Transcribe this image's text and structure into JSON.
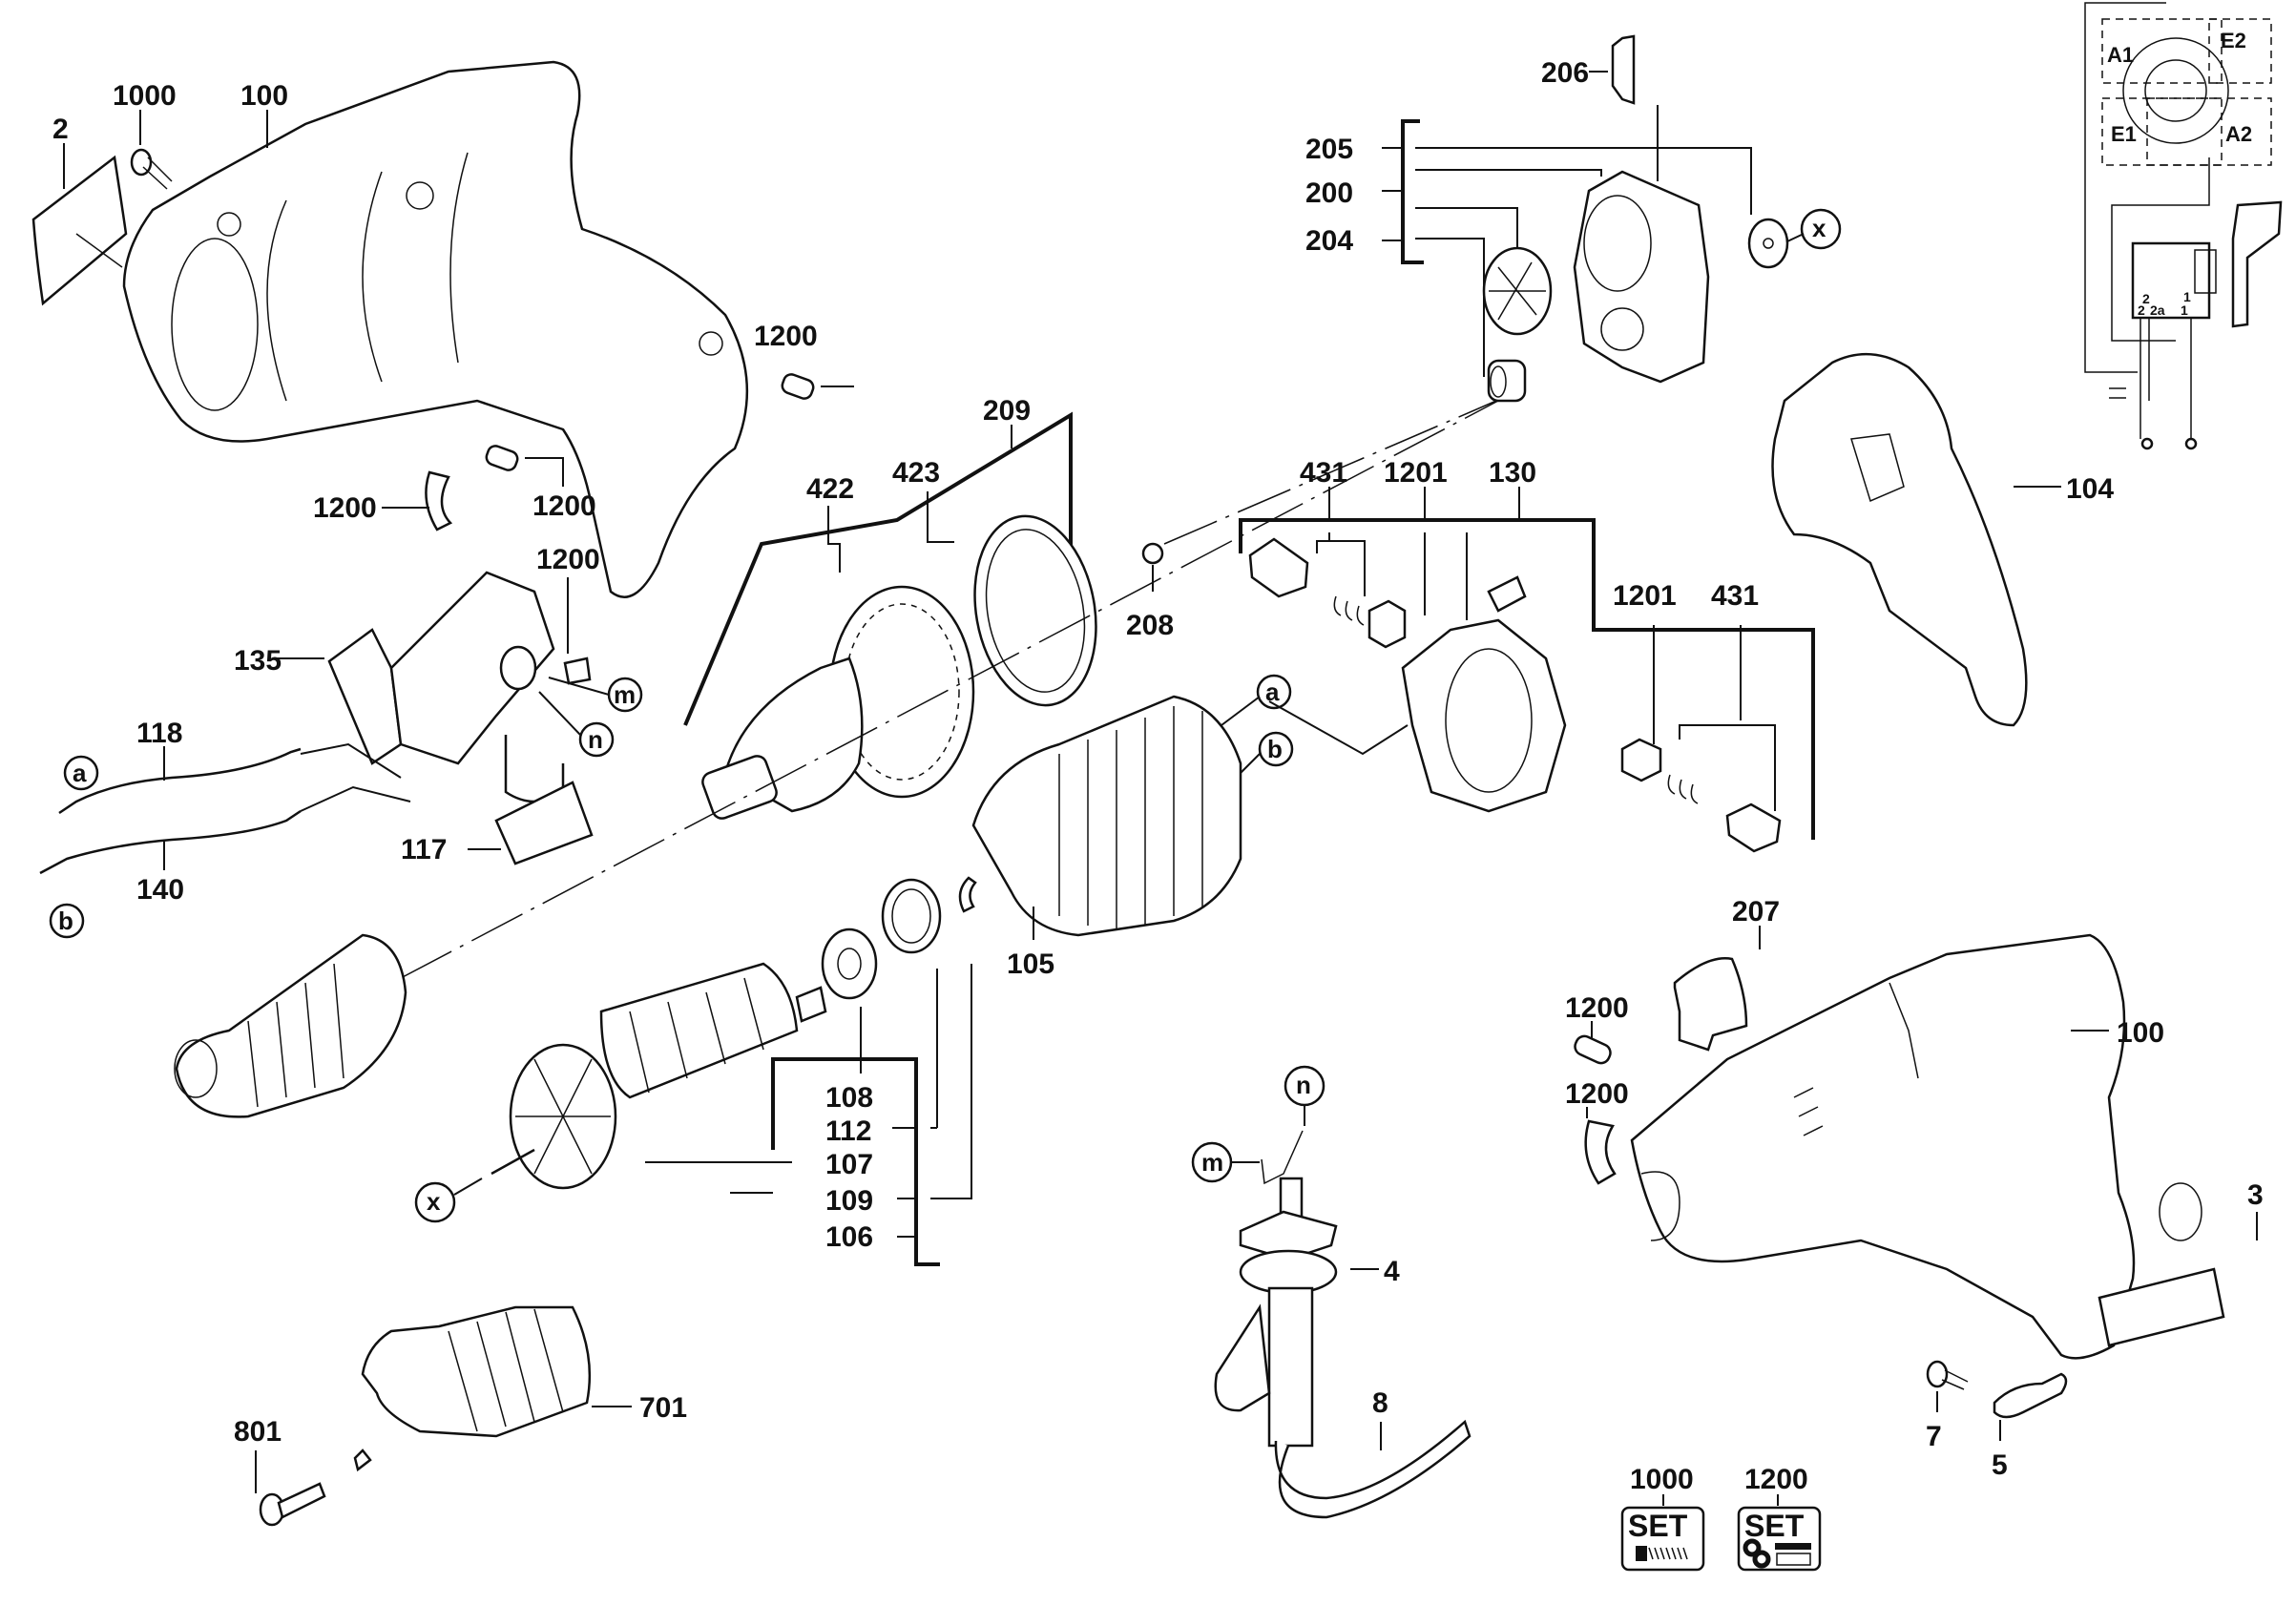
{
  "diagram": {
    "type": "exploded-parts-diagram",
    "subject": "power drill",
    "part_labels": [
      {
        "id": "2",
        "text": "2"
      },
      {
        "id": "1000",
        "text": "1000"
      },
      {
        "id": "100-top",
        "text": "100"
      },
      {
        "id": "1200-a",
        "text": "1200"
      },
      {
        "id": "1200-b",
        "text": "1200"
      },
      {
        "id": "1200-c",
        "text": "1200"
      },
      {
        "id": "1200-d",
        "text": "1200"
      },
      {
        "id": "135",
        "text": "135"
      },
      {
        "id": "117",
        "text": "117"
      },
      {
        "id": "118",
        "text": "118"
      },
      {
        "id": "140",
        "text": "140"
      },
      {
        "id": "209",
        "text": "209"
      },
      {
        "id": "423",
        "text": "423"
      },
      {
        "id": "422",
        "text": "422"
      },
      {
        "id": "208",
        "text": "208"
      },
      {
        "id": "105",
        "text": "105"
      },
      {
        "id": "206",
        "text": "206"
      },
      {
        "id": "205",
        "text": "205"
      },
      {
        "id": "200",
        "text": "200"
      },
      {
        "id": "204",
        "text": "204"
      },
      {
        "id": "431-a",
        "text": "431"
      },
      {
        "id": "1201-a",
        "text": "1201"
      },
      {
        "id": "130",
        "text": "130"
      },
      {
        "id": "1201-b",
        "text": "1201"
      },
      {
        "id": "431-b",
        "text": "431"
      },
      {
        "id": "104",
        "text": "104"
      },
      {
        "id": "108",
        "text": "108"
      },
      {
        "id": "112",
        "text": "112"
      },
      {
        "id": "107",
        "text": "107"
      },
      {
        "id": "109",
        "text": "109"
      },
      {
        "id": "106",
        "text": "106"
      },
      {
        "id": "207",
        "text": "207"
      },
      {
        "id": "1200-e",
        "text": "1200"
      },
      {
        "id": "1200-f",
        "text": "1200"
      },
      {
        "id": "100-bottom",
        "text": "100"
      },
      {
        "id": "3",
        "text": "3"
      },
      {
        "id": "5",
        "text": "5"
      },
      {
        "id": "4",
        "text": "4"
      },
      {
        "id": "8",
        "text": "8"
      },
      {
        "id": "7",
        "text": "7"
      },
      {
        "id": "701",
        "text": "701"
      },
      {
        "id": "801",
        "text": "801"
      }
    ],
    "connector_markers": {
      "a": "a",
      "b": "b",
      "m": "m",
      "n": "n",
      "x": "x"
    },
    "wiring_schematic": {
      "terminals": [
        "A1",
        "E2",
        "E1",
        "A2"
      ],
      "switch_pins": [
        "2",
        "2",
        "2a",
        "1",
        "1"
      ]
    },
    "sets": [
      {
        "number": "1000",
        "label": "SET",
        "icon": "screw-set-icon"
      },
      {
        "number": "1200",
        "label": "SET",
        "icon": "washer-screw-set-icon"
      }
    ]
  }
}
